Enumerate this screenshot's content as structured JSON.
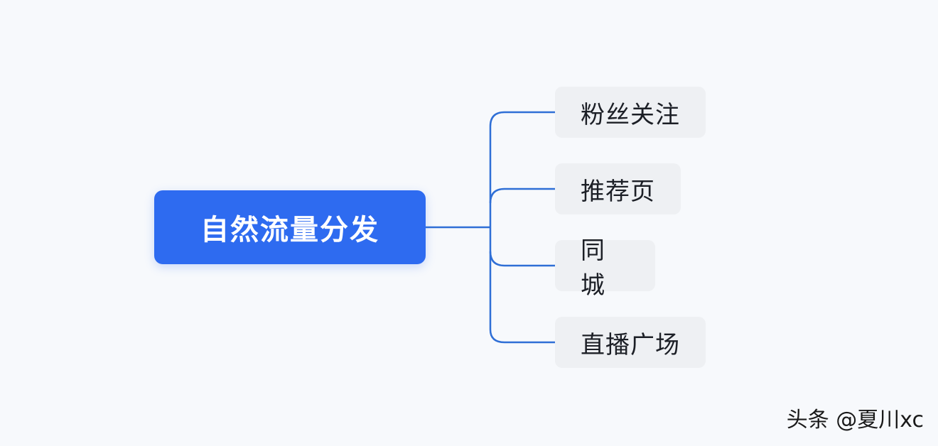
{
  "mindmap": {
    "root": {
      "label": "自然流量分发"
    },
    "children": [
      {
        "label": "粉丝关注"
      },
      {
        "label": "推荐页"
      },
      {
        "label": "同城"
      },
      {
        "label": "直播广场"
      }
    ]
  },
  "watermark": {
    "text": "头条 @夏川xc"
  },
  "colors": {
    "root_fill": "#2e6bf0",
    "connector": "#2f6fd6",
    "child_fill": "#eef0f3",
    "background": "#f7f9fc"
  }
}
